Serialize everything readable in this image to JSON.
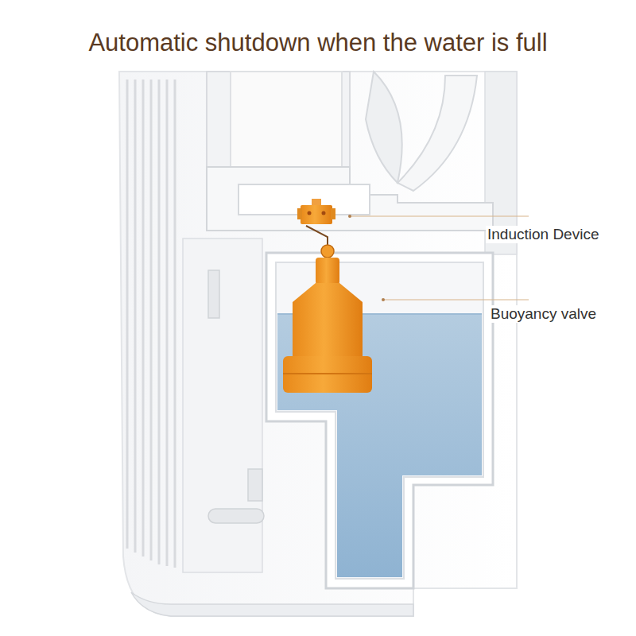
{
  "diagram": {
    "title": "Automatic shutdown when the water is full",
    "labels": [
      "Induction Device",
      "Buoyancy valve"
    ]
  }
}
